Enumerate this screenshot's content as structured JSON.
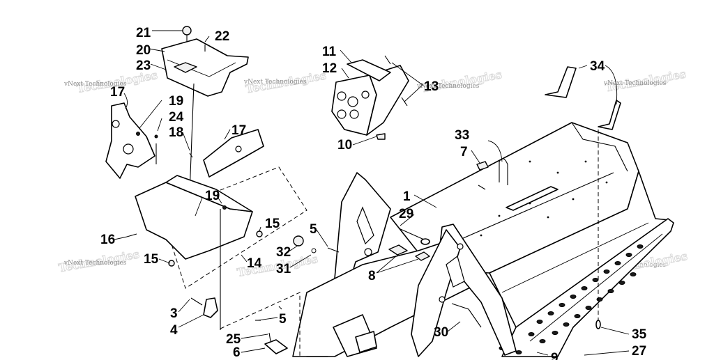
{
  "watermark": "vNext Technologies",
  "callouts": [
    {
      "id": "21"
    },
    {
      "id": "22"
    },
    {
      "id": "20"
    },
    {
      "id": "23"
    },
    {
      "id": "17a",
      "label": "17"
    },
    {
      "id": "19a",
      "label": "19"
    },
    {
      "id": "24"
    },
    {
      "id": "18"
    },
    {
      "id": "17b",
      "label": "17"
    },
    {
      "id": "11"
    },
    {
      "id": "12"
    },
    {
      "id": "13"
    },
    {
      "id": "10"
    },
    {
      "id": "34"
    },
    {
      "id": "33"
    },
    {
      "id": "7"
    },
    {
      "id": "1"
    },
    {
      "id": "29"
    },
    {
      "id": "19b",
      "label": "19"
    },
    {
      "id": "15a",
      "label": "15"
    },
    {
      "id": "16"
    },
    {
      "id": "15b",
      "label": "15"
    },
    {
      "id": "14"
    },
    {
      "id": "5a",
      "label": "5"
    },
    {
      "id": "32"
    },
    {
      "id": "31"
    },
    {
      "id": "8"
    },
    {
      "id": "3"
    },
    {
      "id": "4"
    },
    {
      "id": "5b",
      "label": "5"
    },
    {
      "id": "25"
    },
    {
      "id": "6"
    },
    {
      "id": "30"
    },
    {
      "id": "35"
    },
    {
      "id": "27"
    },
    {
      "id": "9"
    }
  ]
}
